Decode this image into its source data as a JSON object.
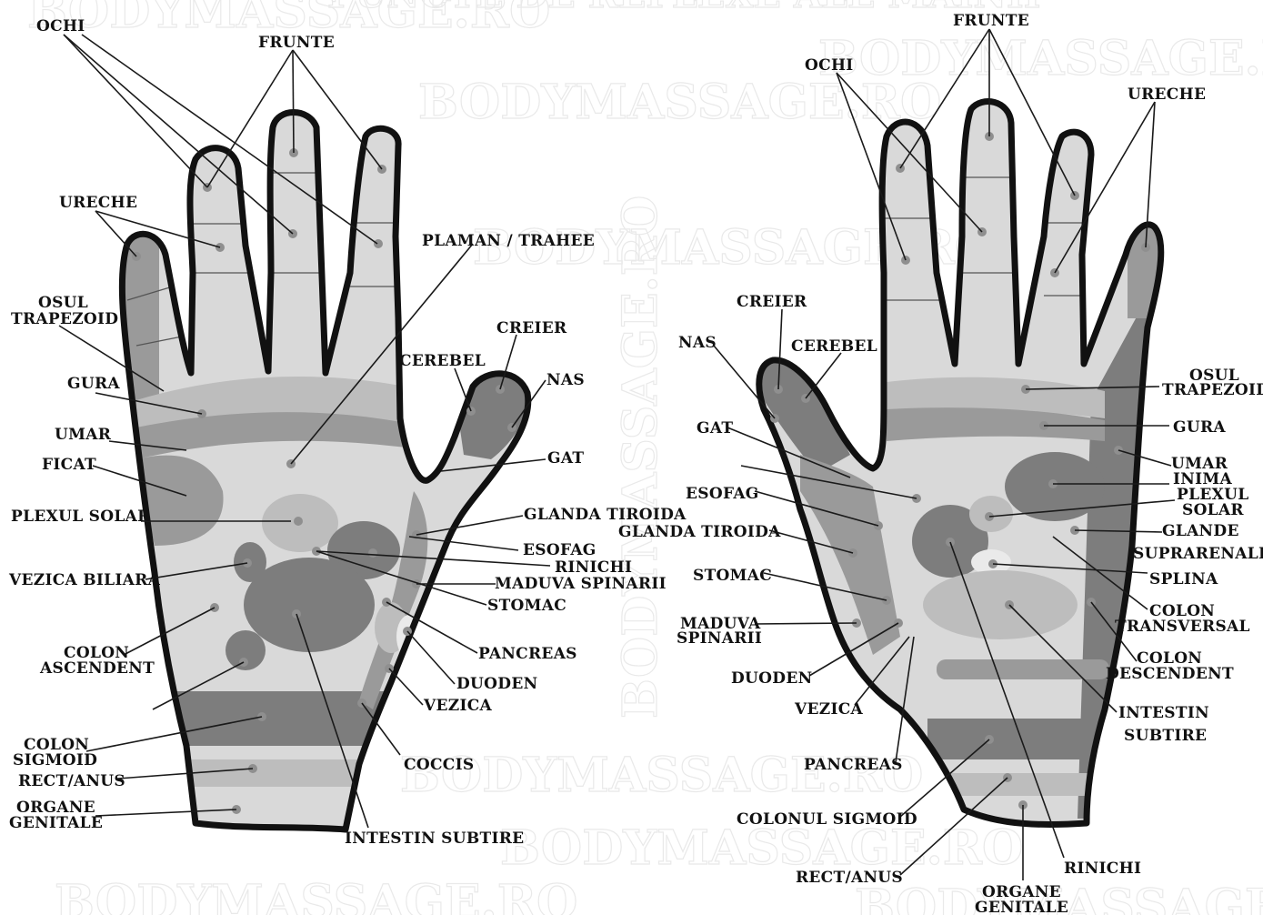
{
  "watermark": {
    "text": "BODYMASSAGE.RO",
    "header_fragment": "PUNCTE DE REFLEXE ALE MAINII"
  },
  "colors": {
    "outline": "#111111",
    "zone_light": "#d9d9d9",
    "zone_mid": "#bdbdbd",
    "zone_dark": "#7d7d7d",
    "label": "#111111"
  },
  "left_hand": {
    "labels": [
      {
        "id": "ochi",
        "text": "OCHI"
      },
      {
        "id": "frunte",
        "text": "FRUNTE"
      },
      {
        "id": "ureche",
        "text": "URECHE"
      },
      {
        "id": "osul1",
        "text": "OSUL"
      },
      {
        "id": "osul2",
        "text": "TRAPEZOID"
      },
      {
        "id": "gura",
        "text": "GURA"
      },
      {
        "id": "umar",
        "text": "UMAR"
      },
      {
        "id": "ficat",
        "text": "FICAT"
      },
      {
        "id": "plexul",
        "text": "PLEXUL SOLAR"
      },
      {
        "id": "vezica_biliara",
        "text": "VEZICA BILIARA"
      },
      {
        "id": "colon_asc1",
        "text": "COLON"
      },
      {
        "id": "colon_asc2",
        "text": "ASCENDENT"
      },
      {
        "id": "colon_sig1",
        "text": "COLON"
      },
      {
        "id": "colon_sig2",
        "text": "SIGMOID"
      },
      {
        "id": "rect",
        "text": "RECT/ANUS"
      },
      {
        "id": "organe1",
        "text": "ORGANE"
      },
      {
        "id": "organe2",
        "text": "GENITALE"
      },
      {
        "id": "plaman",
        "text": "PLAMAN / TRAHEE"
      },
      {
        "id": "creier",
        "text": "CREIER"
      },
      {
        "id": "cerebel",
        "text": "CEREBEL"
      },
      {
        "id": "nas",
        "text": "NAS"
      },
      {
        "id": "gat",
        "text": "GAT"
      },
      {
        "id": "tiroida",
        "text": "GLANDA TIROIDA"
      },
      {
        "id": "esofag",
        "text": "ESOFAG"
      },
      {
        "id": "rinichi",
        "text": "RINICHI"
      },
      {
        "id": "maduva",
        "text": "MADUVA SPINARII"
      },
      {
        "id": "stomac",
        "text": "STOMAC"
      },
      {
        "id": "pancreas",
        "text": "PANCREAS"
      },
      {
        "id": "duoden",
        "text": "DUODEN"
      },
      {
        "id": "vezica",
        "text": "VEZICA"
      },
      {
        "id": "coccis",
        "text": "COCCIS"
      },
      {
        "id": "intestin",
        "text": "INTESTIN SUBTIRE"
      }
    ]
  },
  "right_hand": {
    "labels": [
      {
        "id": "frunte",
        "text": "FRUNTE"
      },
      {
        "id": "ochi",
        "text": "OCHI"
      },
      {
        "id": "ureche",
        "text": "URECHE"
      },
      {
        "id": "creier",
        "text": "CREIER"
      },
      {
        "id": "nas",
        "text": "NAS"
      },
      {
        "id": "cerebel",
        "text": "CEREBEL"
      },
      {
        "id": "gat",
        "text": "GAT"
      },
      {
        "id": "esofag",
        "text": "ESOFAG"
      },
      {
        "id": "tiroida",
        "text": "GLANDA TIROIDA"
      },
      {
        "id": "stomac",
        "text": "STOMAC"
      },
      {
        "id": "maduva1",
        "text": "MADUVA"
      },
      {
        "id": "maduva2",
        "text": "SPINARII"
      },
      {
        "id": "duoden",
        "text": "DUODEN"
      },
      {
        "id": "vezica",
        "text": "VEZICA"
      },
      {
        "id": "pancreas",
        "text": "PANCREAS"
      },
      {
        "id": "colonul_sigmoid",
        "text": "COLONUL SIGMOID"
      },
      {
        "id": "rect",
        "text": "RECT/ANUS"
      },
      {
        "id": "organe1",
        "text": "ORGANE"
      },
      {
        "id": "organe2",
        "text": "GENITALE"
      },
      {
        "id": "rinichi",
        "text": "RINICHI"
      },
      {
        "id": "osul1",
        "text": "OSUL"
      },
      {
        "id": "osul2",
        "text": "TRAPEZOID"
      },
      {
        "id": "gura",
        "text": "GURA"
      },
      {
        "id": "umar",
        "text": "UMAR"
      },
      {
        "id": "inima",
        "text": "INIMA"
      },
      {
        "id": "plexul1",
        "text": "PLEXUL"
      },
      {
        "id": "plexul2",
        "text": "SOLAR"
      },
      {
        "id": "glande1",
        "text": "GLANDE"
      },
      {
        "id": "glande2",
        "text": "SUPRARENALE"
      },
      {
        "id": "splina",
        "text": "SPLINA"
      },
      {
        "id": "colon_tr1",
        "text": "COLON"
      },
      {
        "id": "colon_tr2",
        "text": "TRANSVERSAL"
      },
      {
        "id": "colon_desc1",
        "text": "COLON"
      },
      {
        "id": "colon_desc2",
        "text": "DESCENDENT"
      },
      {
        "id": "intestin1",
        "text": "INTESTIN"
      },
      {
        "id": "intestin2",
        "text": "SUBTIRE"
      }
    ]
  }
}
